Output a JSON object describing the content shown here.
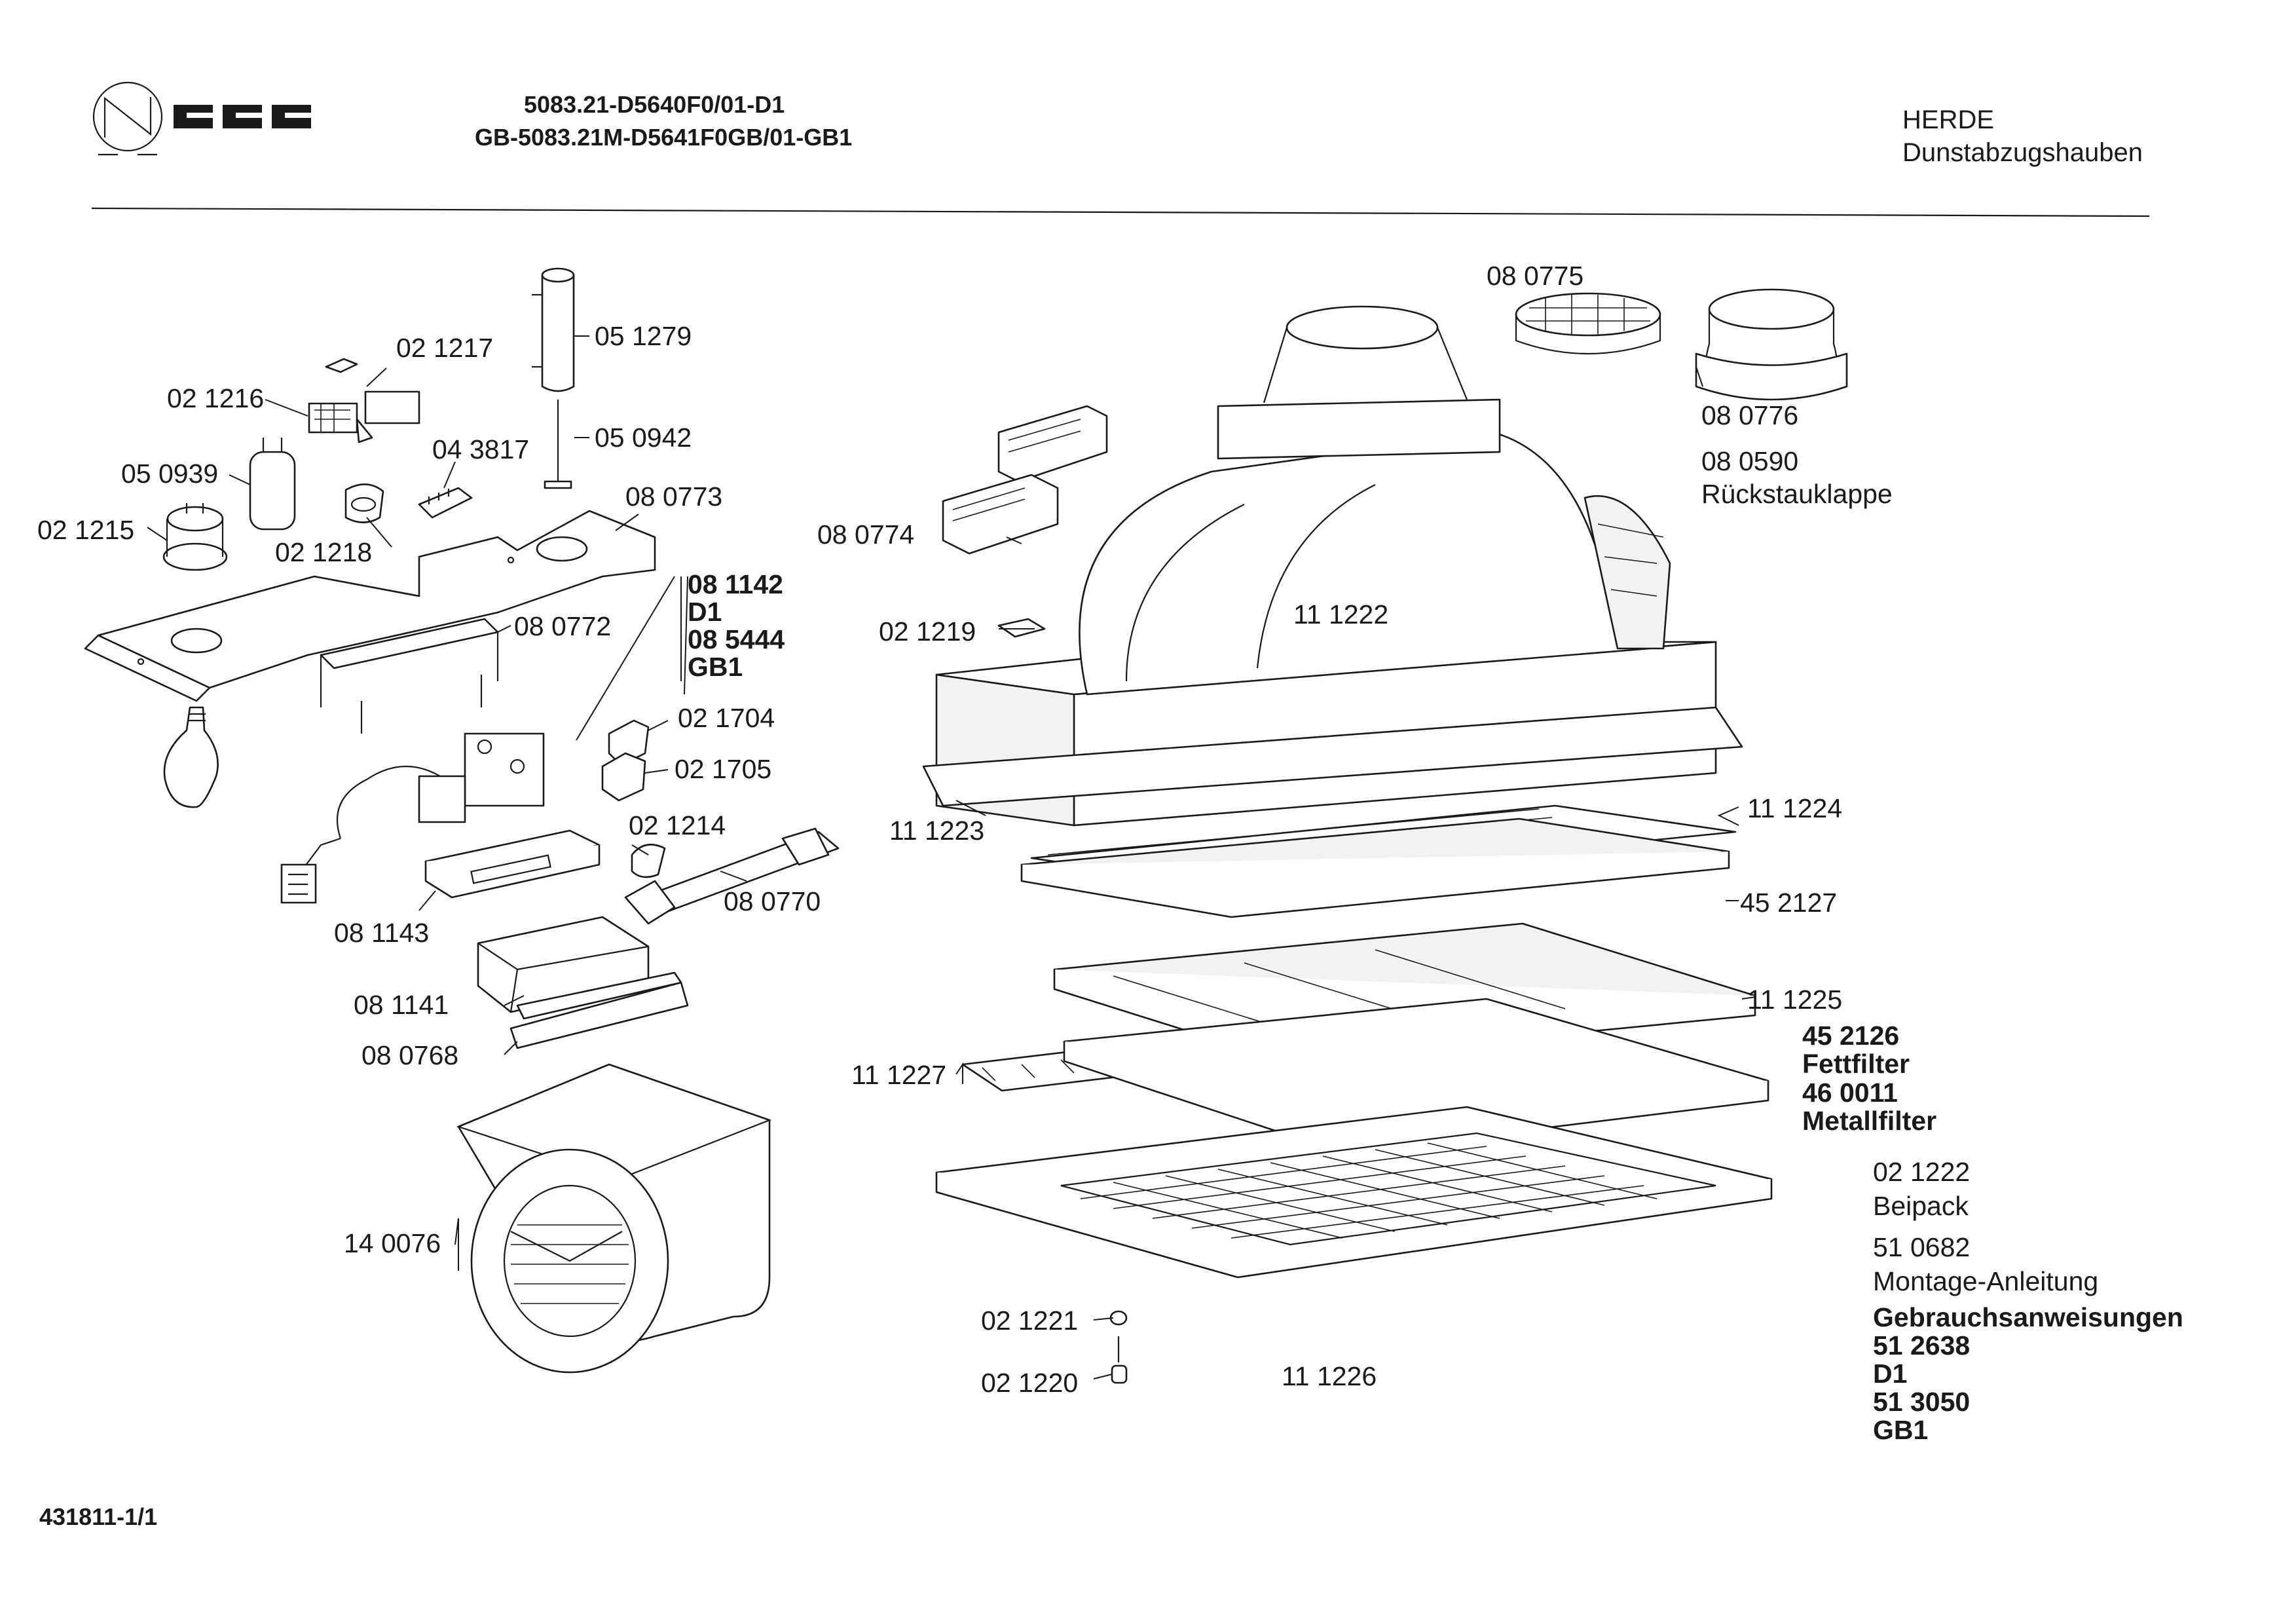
{
  "header": {
    "brand": "NEFF",
    "model_line_1": "5083.21-D5640F0/01-D1",
    "model_line_2": "GB-5083.21M-D5641F0GB/01-GB1",
    "category": "HERDE",
    "subcategory": "Dunstabzugshauben"
  },
  "parts": {
    "p051279": "05 1279",
    "p021217": "02 1217",
    "p021216": "02 1216",
    "p050942": "05 0942",
    "p043817": "04 3817",
    "p050939": "05 0939",
    "p080773": "08 0773",
    "p021215": "02 1215",
    "p021218": "02 1218",
    "p081142": "08 1142",
    "p081142_sub": "D1",
    "p085444": "08 5444",
    "p085444_sub": "GB1",
    "p080772": "08 0772",
    "p021704": "02 1704",
    "p021705": "02 1705",
    "p021214": "02 1214",
    "p080770": "08 0770",
    "p081143": "08 1143",
    "p081141": "08 1141",
    "p080768": "08 0768",
    "p140076": "14 0076",
    "p080775": "08 0775",
    "p080776": "08 0776",
    "p080590": "08 0590",
    "p080590_desc": "Rückstauklappe",
    "p080774": "08 0774",
    "p021219": "02 1219",
    "p111222": "11 1222",
    "p111223": "11 1223",
    "p111224": "11 1224",
    "p452127": "45 2127",
    "p111225": "11 1225",
    "p452126": "45 2126",
    "p452126_desc": "Fettfilter",
    "p460011": "46 0011",
    "p460011_desc": "Metallfilter",
    "p111227": "11 1227",
    "p021221": "02 1221",
    "p021220": "02 1220",
    "p111226": "11 1226"
  },
  "accessories": {
    "beipack_no": "02 1222",
    "beipack_label": "Beipack",
    "manual_no": "51 0682",
    "manual_label": "Montage-Anleitung",
    "instructions_label": "Gebrauchsanweisungen",
    "instr_d1_no": "51 2638",
    "instr_d1_sub": "D1",
    "instr_gb1_no": "51 3050",
    "instr_gb1_sub": "GB1"
  },
  "footer": {
    "drawing_no": "431811-1/1"
  }
}
